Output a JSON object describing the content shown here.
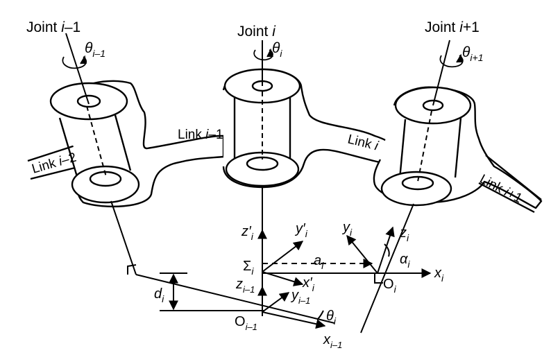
{
  "joints": {
    "prev": {
      "label": "Joint ",
      "var": "i",
      "suffix": "–1",
      "theta": "θ",
      "theta_sub": "i–1"
    },
    "curr": {
      "label": "Joint ",
      "var": "i",
      "suffix": "",
      "theta": "θ",
      "theta_sub": "i"
    },
    "next": {
      "label": "Joint ",
      "var": "i",
      "suffix": "+1",
      "theta": "θ",
      "theta_sub": "i+1"
    }
  },
  "links": {
    "l_im2": {
      "label": "Link ",
      "var": "i",
      "suffix": "–2"
    },
    "l_im1": {
      "label": "Link ",
      "var": "i",
      "suffix": "–1"
    },
    "l_i": {
      "label": "Link ",
      "var": "i",
      "suffix": ""
    },
    "l_ip1": {
      "label": "Link ",
      "var": "i",
      "suffix": "+1"
    }
  },
  "frames": {
    "z_prime": {
      "base": "z′",
      "sub": "i"
    },
    "y_prime": {
      "base": "y′",
      "sub": "i"
    },
    "x_prime": {
      "base": "x′",
      "sub": "i"
    },
    "sigma": {
      "base": "Σ",
      "sub": "i"
    },
    "z_im1": {
      "base": "z",
      "sub": "i–1"
    },
    "y_im1": {
      "base": "y",
      "sub": "i–1"
    },
    "x_im1": {
      "base": "x",
      "sub": "i–1"
    },
    "o_im1": {
      "base": "O",
      "sub": "i–1"
    },
    "theta_i": {
      "base": "θ",
      "sub": "i"
    },
    "d_i": {
      "base": "d",
      "sub": "i"
    },
    "a_i": {
      "base": "a",
      "sub": "i"
    },
    "y_i": {
      "base": "y",
      "sub": "i"
    },
    "z_i": {
      "base": "z",
      "sub": "i"
    },
    "alpha_i": {
      "base": "α",
      "sub": "i"
    },
    "x_i": {
      "base": "x",
      "sub": "i"
    },
    "o_i": {
      "base": "O",
      "sub": "i"
    }
  }
}
